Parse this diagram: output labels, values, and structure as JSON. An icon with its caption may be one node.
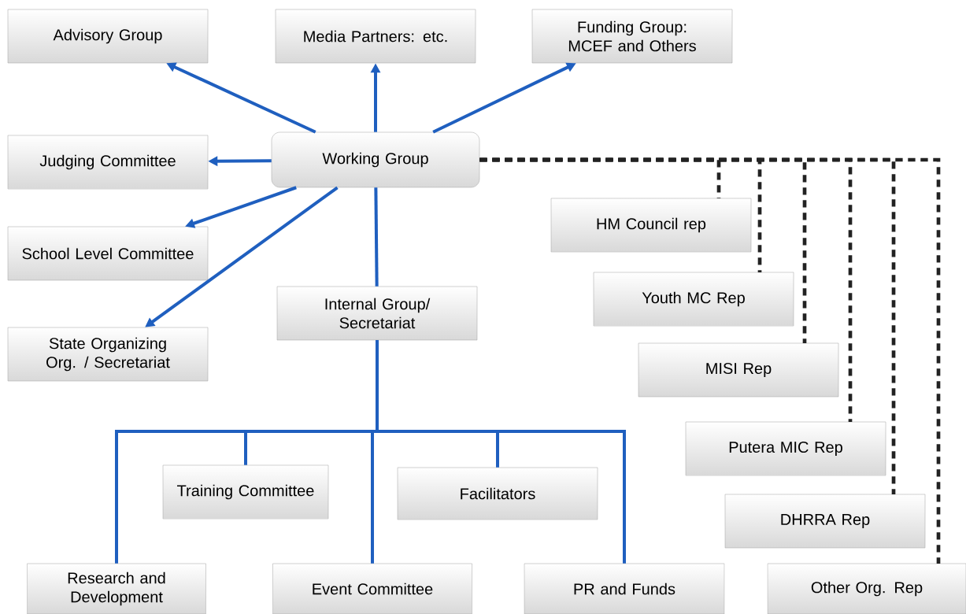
{
  "diagram": {
    "nodes": [
      {
        "text": [
          "Advisory Group"
        ]
      },
      {
        "text": [
          "Media Partners: etc."
        ]
      },
      {
        "text": [
          "Funding Group: MCEF and Others"
        ]
      },
      {
        "text": [
          "Working Group"
        ]
      },
      {
        "text": [
          "Judging Committee"
        ]
      },
      {
        "text": [
          "School Level Committee"
        ]
      },
      {
        "text": [
          "State Organizing Org. / Secretariat"
        ]
      },
      {
        "text": [
          "Internal Group/ Secretariat"
        ]
      },
      {
        "text": [
          "HM Council rep"
        ]
      },
      {
        "text": [
          "Youth MC Rep"
        ]
      },
      {
        "text": [
          "MISI Rep"
        ]
      },
      {
        "text": [
          "Putera MIC Rep"
        ]
      },
      {
        "text": [
          "DHRRA Rep"
        ]
      },
      {
        "text": [
          "Other Org. Rep"
        ]
      },
      {
        "text": [
          "Training Committee"
        ]
      },
      {
        "text": [
          "Facilitators"
        ]
      },
      {
        "text": [
          "Research and Development"
        ]
      },
      {
        "text": [
          "Event Committee"
        ]
      },
      {
        "text": [
          "PR and Funds"
        ]
      }
    ],
    "edges": [
      {
        "from": 3,
        "to": 0,
        "arrow": "to"
      },
      {
        "from": 3,
        "to": 1,
        "arrow": "to"
      },
      {
        "from": 3,
        "to": 2,
        "arrow": "to"
      },
      {
        "from": 3,
        "to": 4,
        "arrow": "to"
      },
      {
        "from": 3,
        "to": 5,
        "arrow": "to"
      },
      {
        "from": 3,
        "to": 6,
        "arrow": "to"
      },
      {
        "from": 3,
        "to": 7,
        "arrow": "none"
      },
      {
        "from": 7,
        "to": 16,
        "arrow": "none"
      },
      {
        "from": 7,
        "to": 14,
        "arrow": "none"
      },
      {
        "from": 7,
        "to": 17,
        "arrow": "none"
      },
      {
        "from": 7,
        "to": 15,
        "arrow": "none"
      },
      {
        "from": 7,
        "to": 18,
        "arrow": "none"
      },
      {
        "from": 3,
        "to": 8,
        "arrow": "none",
        "style": "dashed",
        "color": "#222222"
      },
      {
        "from": 3,
        "to": 9,
        "arrow": "none",
        "style": "dashed",
        "color": "#222222"
      },
      {
        "from": 3,
        "to": 10,
        "arrow": "none",
        "style": "dashed",
        "color": "#222222"
      },
      {
        "from": 3,
        "to": 11,
        "arrow": "none",
        "style": "dashed",
        "color": "#222222"
      },
      {
        "from": 3,
        "to": 12,
        "arrow": "none",
        "style": "dashed",
        "color": "#222222"
      },
      {
        "from": 3,
        "to": 13,
        "arrow": "none",
        "style": "dashed",
        "color": "#222222"
      }
    ]
  }
}
